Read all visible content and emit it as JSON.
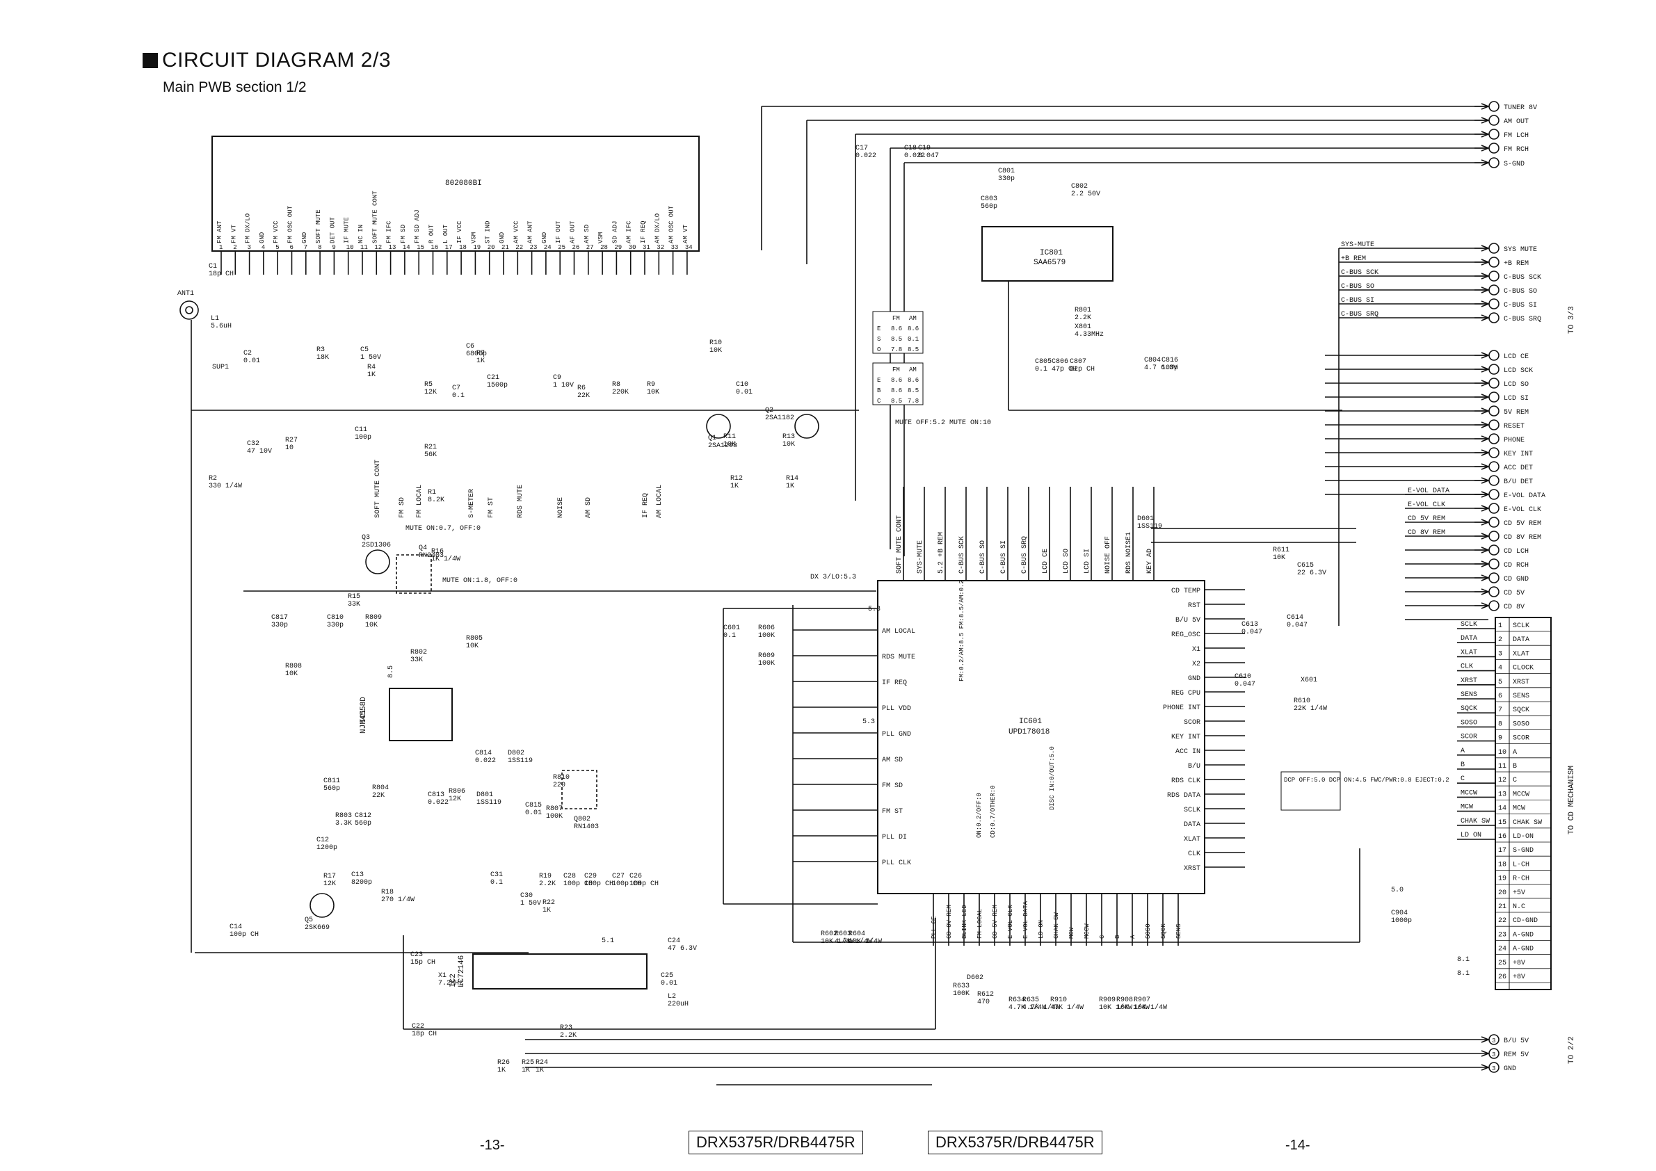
{
  "header": {
    "title": "CIRCUIT DIAGRAM 2/3",
    "subtitle": "Main PWB section 1/2"
  },
  "footer": {
    "page_left": "-13-",
    "page_right": "-14-",
    "model_left": "DRX5375R/DRB4475R",
    "model_right": "DRX5375R/DRB4475R"
  },
  "tuner_module": {
    "part": "802080BI",
    "pins": [
      "FM ANT",
      "FM VT",
      "FM DX/LO",
      "GND",
      "FM VCC",
      "FM OSC OUT",
      "GND",
      "SOFT MUTE",
      "DET OUT",
      "IF MUTE",
      "NC IN",
      "SOFT MUTE CONT",
      "FM IFC",
      "FM SD",
      "FM SD ADJ",
      "R OUT",
      "L OUT",
      "IF VCC",
      "VSM",
      "ST IND",
      "GND",
      "AM VCC",
      "AM ANT",
      "GND",
      "IF OUT",
      "AF OUT",
      "AM SD",
      "VSM",
      "SD ADJ",
      "AM IFC",
      "IF REQ",
      "AM DX/LO",
      "AM OSC OUT",
      "AM VT"
    ],
    "pin_numbers": [
      "1",
      "2",
      "3",
      "4",
      "5",
      "6",
      "7",
      "8",
      "9",
      "10",
      "11",
      "12",
      "13",
      "14",
      "15",
      "16",
      "17",
      "18",
      "19",
      "20",
      "21",
      "22",
      "23",
      "24",
      "25",
      "26",
      "27",
      "28",
      "29",
      "30",
      "31",
      "32",
      "33",
      "34"
    ]
  },
  "ics": {
    "ic801": {
      "ref": "IC801",
      "part": "SAA6579"
    },
    "ic601": {
      "ref": "IC601",
      "part": "UPD178018"
    },
    "ic1": {
      "ref": "IC1",
      "part": "NJM4558D"
    },
    "ic2": {
      "ref": "IC2",
      "part": "LC72146"
    }
  },
  "ic601_pins_top": [
    "SOFT MUTE CONT",
    "SYS-MUTE",
    "5.2 +B REM",
    "C-BUS SCK",
    "C-BUS SO",
    "C-BUS SI",
    "C-BUS SRQ",
    "LCD CE",
    "LCD SO",
    "LCD SI",
    "NOISE OFF",
    "RDS NOISE1",
    "KEY AD"
  ],
  "ic601_pins_left": [
    "AM LOCAL",
    "RDS MUTE",
    "IF REQ",
    "PLL VDD",
    "PLL GND",
    "AM SD",
    "FM SD",
    "FM ST",
    "PLL DI",
    "PLL CLK"
  ],
  "ic601_pins_right": [
    "CD TEMP",
    "RST",
    "B/U 5V",
    "REG_OSC",
    "X1",
    "X2",
    "GND",
    "REG CPU",
    "PHONE INT",
    "SCOR",
    "KEY INT",
    "ACC IN",
    "B/U",
    "RDS CLK",
    "RDS DATA",
    "SCLK",
    "DATA",
    "XLAT",
    "CLK",
    "XRST"
  ],
  "ic601_pins_bottom": [
    "PLL CE",
    "CD 8V REM",
    "BLINK LED",
    "FM LOCAL",
    "CD 5V REM",
    "E-VOL CLK",
    "E-VOL DATA",
    "LD ON",
    "CHAK SW",
    "MCW",
    "MCCW",
    "C",
    "B",
    "A",
    "SOSO",
    "SQCK",
    "SENS"
  ],
  "connector_right": [
    "TUNER 8V",
    "AM OUT",
    "FM LCH",
    "FM RCH",
    "S-GND",
    "SYS MUTE",
    "+B REM",
    "C-BUS SCK",
    "C-BUS SO",
    "C-BUS SI",
    "C-BUS SRQ",
    "LCD CE",
    "LCD SCK",
    "LCD SO",
    "LCD SI",
    "5V REM",
    "RESET",
    "PHONE",
    "KEY INT",
    "ACC DET",
    "B/U DET",
    "E-VOL DATA",
    "E-VOL CLK",
    "CD 5V REM",
    "CD 8V REM",
    "CD LCH",
    "CD RCH",
    "CD GND",
    "CD 5V",
    "CD 8V"
  ],
  "connector_right_label": "TO 3/3",
  "cd_connector": {
    "label": "TO CD MECHANISM",
    "pins": [
      "1",
      "2",
      "3",
      "4",
      "5",
      "6",
      "7",
      "8",
      "9",
      "10",
      "11",
      "12",
      "13",
      "14",
      "15",
      "16",
      "17",
      "18",
      "19",
      "20",
      "21",
      "22",
      "23",
      "24",
      "25",
      "26"
    ],
    "names": [
      "SCLK",
      "DATA",
      "XLAT",
      "CLOCK",
      "XRST",
      "SENS",
      "SQCK",
      "SOSO",
      "SCOR",
      "A",
      "B",
      "C",
      "MCCW",
      "MCW",
      "CHAK SW",
      "LD-ON",
      "S-GND",
      "L-CH",
      "R-CH",
      "+5V",
      "N.C",
      "CD-GND",
      "A-GND",
      "A-GND",
      "+8V",
      "+8V"
    ],
    "wire_labels": [
      "SCLK",
      "DATA",
      "XLAT",
      "CLK",
      "XRST",
      "SENS",
      "SQCK",
      "SOSO",
      "SCOR",
      "A",
      "B",
      "C",
      "MCCW",
      "MCW",
      "CHAK SW",
      "LD ON"
    ]
  },
  "bottom_connector": [
    "B/U 5V",
    "REM 5V",
    "GND"
  ],
  "bottom_connector_label": "TO 2/2",
  "bottom_connector_pin": "3",
  "components": [
    {
      "ref": "ANT1",
      "value": ""
    },
    {
      "ref": "C1",
      "value": "18p CH"
    },
    {
      "ref": "L1",
      "value": "5.6uH"
    },
    {
      "ref": "SUP1",
      "value": ""
    },
    {
      "ref": "C2",
      "value": "0.01"
    },
    {
      "ref": "R3",
      "value": "18K"
    },
    {
      "ref": "C5",
      "value": "1 50V"
    },
    {
      "ref": "R4",
      "value": "1K"
    },
    {
      "ref": "C6",
      "value": "6800p"
    },
    {
      "ref": "R5",
      "value": "12K"
    },
    {
      "ref": "R7",
      "value": "1K"
    },
    {
      "ref": "C7",
      "value": "0.1"
    },
    {
      "ref": "C21",
      "value": "1500p"
    },
    {
      "ref": "C9",
      "value": "1 10V"
    },
    {
      "ref": "R6",
      "value": "22K"
    },
    {
      "ref": "R8",
      "value": "220K"
    },
    {
      "ref": "R9",
      "value": "10K"
    },
    {
      "ref": "R10",
      "value": "10K"
    },
    {
      "ref": "C10",
      "value": "0.01"
    },
    {
      "ref": "C32",
      "value": "47 10V"
    },
    {
      "ref": "R27",
      "value": "10"
    },
    {
      "ref": "R2",
      "value": "330 1/4W"
    },
    {
      "ref": "C11",
      "value": "100p"
    },
    {
      "ref": "R21",
      "value": "56K"
    },
    {
      "ref": "R1",
      "value": "8.2K"
    },
    {
      "ref": "Q1",
      "value": "2SA1298"
    },
    {
      "ref": "Q2",
      "value": "2SA1182"
    },
    {
      "ref": "R11",
      "value": "10K"
    },
    {
      "ref": "R13",
      "value": "10K"
    },
    {
      "ref": "R12",
      "value": "1K"
    },
    {
      "ref": "R14",
      "value": "1K"
    },
    {
      "ref": "Q3",
      "value": "2SD1306"
    },
    {
      "ref": "Q4",
      "value": "RN2403"
    },
    {
      "ref": "R16",
      "value": "1K 1/4W"
    },
    {
      "ref": "R15",
      "value": "33K"
    },
    {
      "ref": "C817",
      "value": "330p"
    },
    {
      "ref": "C810",
      "value": "330p"
    },
    {
      "ref": "R809",
      "value": "10K"
    },
    {
      "ref": "R808",
      "value": "10K"
    },
    {
      "ref": "R802",
      "value": "33K"
    },
    {
      "ref": "R805",
      "value": "10K"
    },
    {
      "ref": "C814",
      "value": "0.022"
    },
    {
      "ref": "D802",
      "value": "1SS119"
    },
    {
      "ref": "R810",
      "value": "220"
    },
    {
      "ref": "C811",
      "value": "560p"
    },
    {
      "ref": "R804",
      "value": "22K"
    },
    {
      "ref": "R803",
      "value": "3.3K"
    },
    {
      "ref": "C812",
      "value": "560p"
    },
    {
      "ref": "C813",
      "value": "0.022"
    },
    {
      "ref": "R806",
      "value": "12K"
    },
    {
      "ref": "D801",
      "value": "1SS119"
    },
    {
      "ref": "C815",
      "value": "0.01"
    },
    {
      "ref": "R807",
      "value": "100K"
    },
    {
      "ref": "Q802",
      "value": "RN1403"
    },
    {
      "ref": "C12",
      "value": "1200p"
    },
    {
      "ref": "R17",
      "value": "12K"
    },
    {
      "ref": "C13",
      "value": "8200p"
    },
    {
      "ref": "R18",
      "value": "270 1/4W"
    },
    {
      "ref": "Q5",
      "value": "2SK669"
    },
    {
      "ref": "C14",
      "value": "100p CH"
    },
    {
      "ref": "C31",
      "value": "0.1"
    },
    {
      "ref": "R19",
      "value": "2.2K"
    },
    {
      "ref": "C30",
      "value": "1 50V"
    },
    {
      "ref": "R22",
      "value": "1K"
    },
    {
      "ref": "C28",
      "value": "100p CH"
    },
    {
      "ref": "C29",
      "value": "100p CH"
    },
    {
      "ref": "C27",
      "value": "100p CH"
    },
    {
      "ref": "C26",
      "value": "100p CH"
    },
    {
      "ref": "C23",
      "value": "15p CH"
    },
    {
      "ref": "X1",
      "value": "7.2MHz"
    },
    {
      "ref": "C22",
      "value": "18p CH"
    },
    {
      "ref": "C25",
      "value": "0.01"
    },
    {
      "ref": "C24",
      "value": "47 6.3V"
    },
    {
      "ref": "L2",
      "value": "220uH"
    },
    {
      "ref": "R23",
      "value": "2.2K"
    },
    {
      "ref": "R26",
      "value": "1K"
    },
    {
      "ref": "R25",
      "value": "1K"
    },
    {
      "ref": "R24",
      "value": "1K"
    },
    {
      "ref": "C17",
      "value": "0.022"
    },
    {
      "ref": "C18",
      "value": "0.022"
    },
    {
      "ref": "C19",
      "value": "0.047"
    },
    {
      "ref": "C801",
      "value": "330p"
    },
    {
      "ref": "C802",
      "value": "2.2 50V"
    },
    {
      "ref": "C803",
      "value": "560p"
    },
    {
      "ref": "R801",
      "value": "2.2K"
    },
    {
      "ref": "X801",
      "value": "4.33MHz"
    },
    {
      "ref": "C805",
      "value": "0.1"
    },
    {
      "ref": "C806",
      "value": "47p CH"
    },
    {
      "ref": "C807",
      "value": "82p CH"
    },
    {
      "ref": "C804",
      "value": "4.7 6.3V"
    },
    {
      "ref": "C816",
      "value": "100p"
    },
    {
      "ref": "D601",
      "value": "1SS119"
    },
    {
      "ref": "R611",
      "value": "10K"
    },
    {
      "ref": "C615",
      "value": "22 6.3V"
    },
    {
      "ref": "C601",
      "value": "0.1"
    },
    {
      "ref": "R606",
      "value": "100K"
    },
    {
      "ref": "R609",
      "value": "100K"
    },
    {
      "ref": "C613",
      "value": "0.047"
    },
    {
      "ref": "C614",
      "value": "0.047"
    },
    {
      "ref": "C610",
      "value": "0.047"
    },
    {
      "ref": "X601",
      "value": ""
    },
    {
      "ref": "R610",
      "value": "22K 1/4W"
    },
    {
      "ref": "R602",
      "value": "10K 1/4W"
    },
    {
      "ref": "R603",
      "value": "4.7K 1/4W"
    },
    {
      "ref": "R604",
      "value": "10K 1/4W"
    },
    {
      "ref": "R633",
      "value": "100K"
    },
    {
      "ref": "R612",
      "value": "470"
    },
    {
      "ref": "D602",
      "value": ""
    },
    {
      "ref": "R634",
      "value": "4.7K 1/4W"
    },
    {
      "ref": "R635",
      "value": "4.7K 1/4W"
    },
    {
      "ref": "R910",
      "value": "47K 1/4W"
    },
    {
      "ref": "R909",
      "value": "10K 1/4W"
    },
    {
      "ref": "R908",
      "value": "10K 1/4W"
    },
    {
      "ref": "R907",
      "value": "10K 1/4W"
    },
    {
      "ref": "C904",
      "value": "1000p"
    }
  ],
  "annotations": {
    "mute_q3": "MUTE ON:0.7, OFF:0",
    "mute_q4": "MUTE ON:1.8, OFF:0",
    "mute_q2": "MUTE OFF:5.2  MUTE ON:10",
    "dx_lo": "DX 3/LO:5.3",
    "fm_am_levels": "FM:0.2/AM:8.5  FM:8.5/AM:0.2",
    "blink_led": "ON:0.2/OFF:0",
    "disc_in": "DISC IN:0/OUT:5.0",
    "cd_5v_rem": "CD:0.7/OTHER:0",
    "dcp": "DCP OFF:5.0  DCP ON:4.5  FWC/PWR:0.8  EJECT:0.2",
    "v53": "5.3",
    "v51": "5.1",
    "v50": "5.0",
    "v81": "8.1",
    "v85": "8.5",
    "sys_mute_wire": "SYS-MUTE",
    "b_rem_wire": "+B REM",
    "c_bus_sck_wire": "C-BUS SCK",
    "c_bus_so_wire": "C-BUS SO",
    "c_bus_si_wire": "C-BUS SI",
    "c_bus_srq_wire": "C-BUS SRQ",
    "evol_data_wire": "E-VOL DATA",
    "evol_clk_wire": "E-VOL CLK",
    "cd5v_wire": "CD 5V REM",
    "cd8v_wire": "CD 8V REM"
  },
  "volt_table_1": {
    "headers": [
      "FM",
      "AM"
    ],
    "rows": [
      [
        "8.6",
        "8.6"
      ],
      [
        "8.5",
        "0.1"
      ],
      [
        "7.8",
        "8.5"
      ]
    ],
    "left": [
      "E",
      "S",
      "O"
    ]
  },
  "volt_table_2": {
    "headers": [
      "FM",
      "AM"
    ],
    "rows": [
      [
        "8.6",
        "8.6"
      ],
      [
        "8.6",
        "8.5"
      ],
      [
        "8.5",
        "7.8"
      ]
    ],
    "left": [
      "E",
      "B",
      "C"
    ]
  },
  "net_labels_tuner": [
    "SOFT MUTE CONT",
    "FM SD",
    "FM LOCAL",
    "S-METER",
    "FM ST",
    "RDS MUTE",
    "NOISE",
    "AM SD",
    "IF REQ",
    "AM LOCAL"
  ]
}
